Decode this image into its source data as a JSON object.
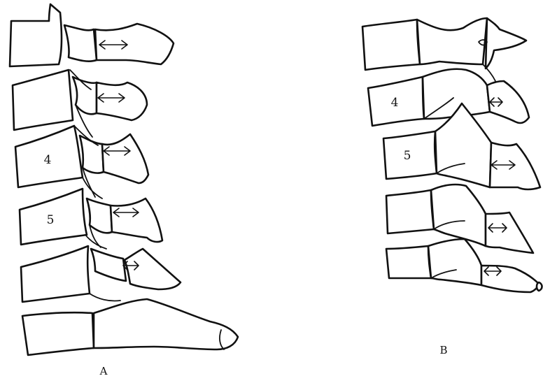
{
  "panels": [
    {
      "label": "A",
      "vertebra_labels": [
        "4",
        "5"
      ]
    },
    {
      "label": "B",
      "vertebra_labels": [
        "4",
        "5"
      ]
    }
  ]
}
